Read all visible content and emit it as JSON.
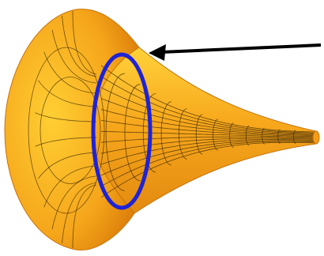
{
  "figure": {
    "subject": "trumpet-surface",
    "colors": {
      "background": "#ffffff",
      "surface_light": "#ffd23a",
      "surface_mid": "#f7a81c",
      "surface_dark": "#d9790a",
      "mesh": "#3a2606",
      "highlighted_circle": "#1f23d6",
      "arrow": "#000000"
    },
    "mesh": {
      "cross_section_rings": 12,
      "longitudinal_lines": 14
    },
    "annotation": {
      "type": "arrow",
      "points_to": "highlighted-circle",
      "label": ""
    }
  }
}
